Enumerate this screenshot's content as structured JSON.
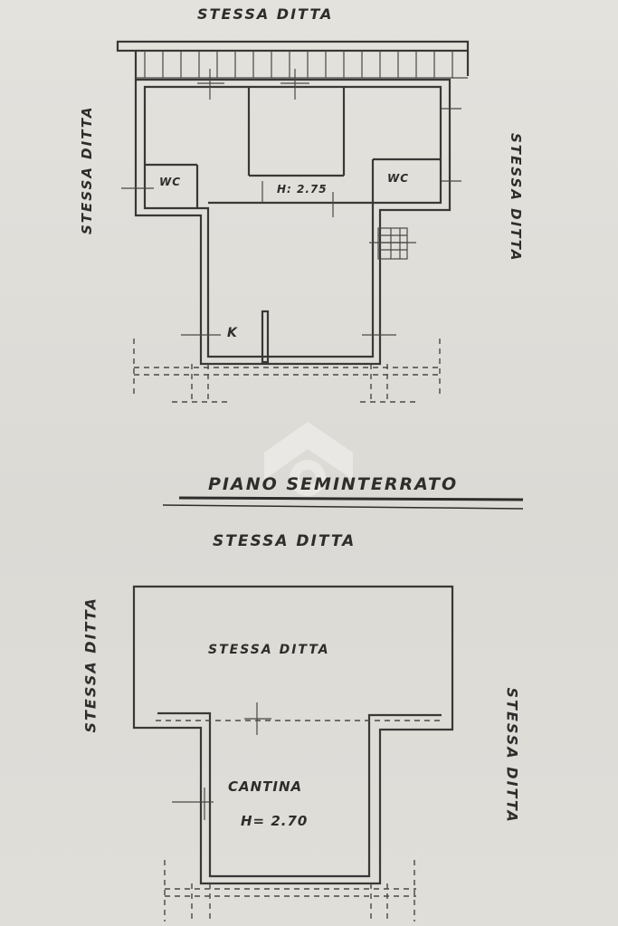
{
  "labels": {
    "top_north": "STESSA DITTA",
    "top_west": "STESSA DITTA",
    "top_east": "STESSA DITTA",
    "wc_left": "WC",
    "wc_right": "WC",
    "height_top": "H: 2.75",
    "marker_k": "K",
    "floor_title": "PIANO SEMINTERRATO",
    "bottom_north": "STESSA DITTA",
    "bottom_inner": "STESSA DITTA",
    "bottom_west": "STESSA DITTA",
    "bottom_east": "STESSA DITTA",
    "cellar_name": "CANTINA",
    "cellar_height": "H= 2.70"
  }
}
